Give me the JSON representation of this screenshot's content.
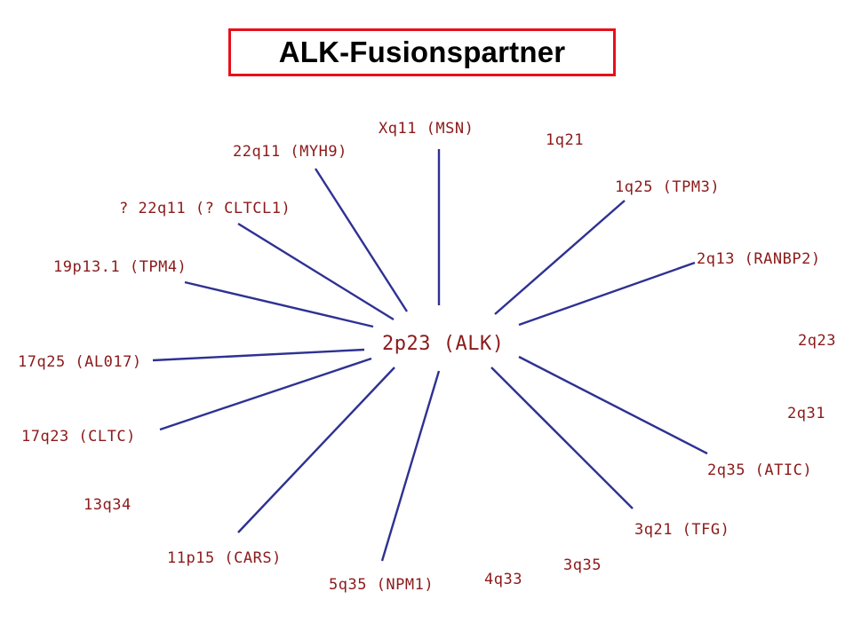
{
  "title": "ALK-Fusionspartner",
  "colors": {
    "title_border": "#e8101a",
    "label_text": "#8b1a1a",
    "edge_line": "#2e3192"
  },
  "center": {
    "label": "2p23 (ALK)"
  },
  "partners": [
    {
      "id": "xq11",
      "label": "Xq11 (MSN)",
      "connected": true
    },
    {
      "id": "22q11-myh9",
      "label": "22q11 (MYH9)",
      "connected": true
    },
    {
      "id": "22q11-cltcl1",
      "label": "? 22q11 (? CLTCL1)",
      "connected": true
    },
    {
      "id": "19p13",
      "label": "19p13.1 (TPM4)",
      "connected": true
    },
    {
      "id": "17q25",
      "label": "17q25 (AL017)",
      "connected": true
    },
    {
      "id": "17q23",
      "label": "17q23 (CLTC)",
      "connected": true
    },
    {
      "id": "11p15",
      "label": "11p15 (CARS)",
      "connected": true
    },
    {
      "id": "5q35",
      "label": "5q35 (NPM1)",
      "connected": true
    },
    {
      "id": "3q21",
      "label": "3q21 (TFG)",
      "connected": true
    },
    {
      "id": "2q35",
      "label": "2q35 (ATIC)",
      "connected": true
    },
    {
      "id": "2q13",
      "label": "2q13 (RANBP2)",
      "connected": true
    },
    {
      "id": "1q25",
      "label": "1q25 (TPM3)",
      "connected": true
    },
    {
      "id": "1q21",
      "label": "1q21",
      "connected": false
    },
    {
      "id": "2q23",
      "label": "2q23",
      "connected": false
    },
    {
      "id": "2q31",
      "label": "2q31",
      "connected": false
    },
    {
      "id": "13q34",
      "label": "13q34",
      "connected": false
    },
    {
      "id": "4q33",
      "label": "4q33",
      "connected": false
    },
    {
      "id": "3q35",
      "label": "3q35",
      "connected": false
    }
  ]
}
